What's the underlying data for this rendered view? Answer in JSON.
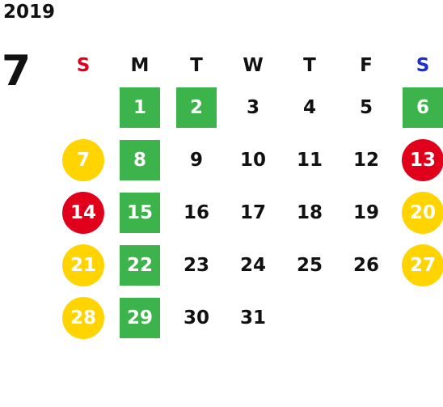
{
  "year": "2019",
  "month": "7",
  "colors": {
    "sunday": "#e0001b",
    "saturday": "#1a2fd0",
    "green": "#3cb44b",
    "yellow": "#ffd400",
    "red": "#e0001b"
  },
  "weekdays": [
    "S",
    "M",
    "T",
    "W",
    "T",
    "F",
    "S"
  ],
  "weeks": [
    [
      "",
      "1",
      "2",
      "3",
      "4",
      "5",
      "6"
    ],
    [
      "7",
      "8",
      "9",
      "10",
      "11",
      "12",
      "13"
    ],
    [
      "14",
      "15",
      "16",
      "17",
      "18",
      "19",
      "20"
    ],
    [
      "21",
      "22",
      "23",
      "24",
      "25",
      "26",
      "27"
    ],
    [
      "28",
      "29",
      "30",
      "31",
      "",
      "",
      ""
    ]
  ]
}
